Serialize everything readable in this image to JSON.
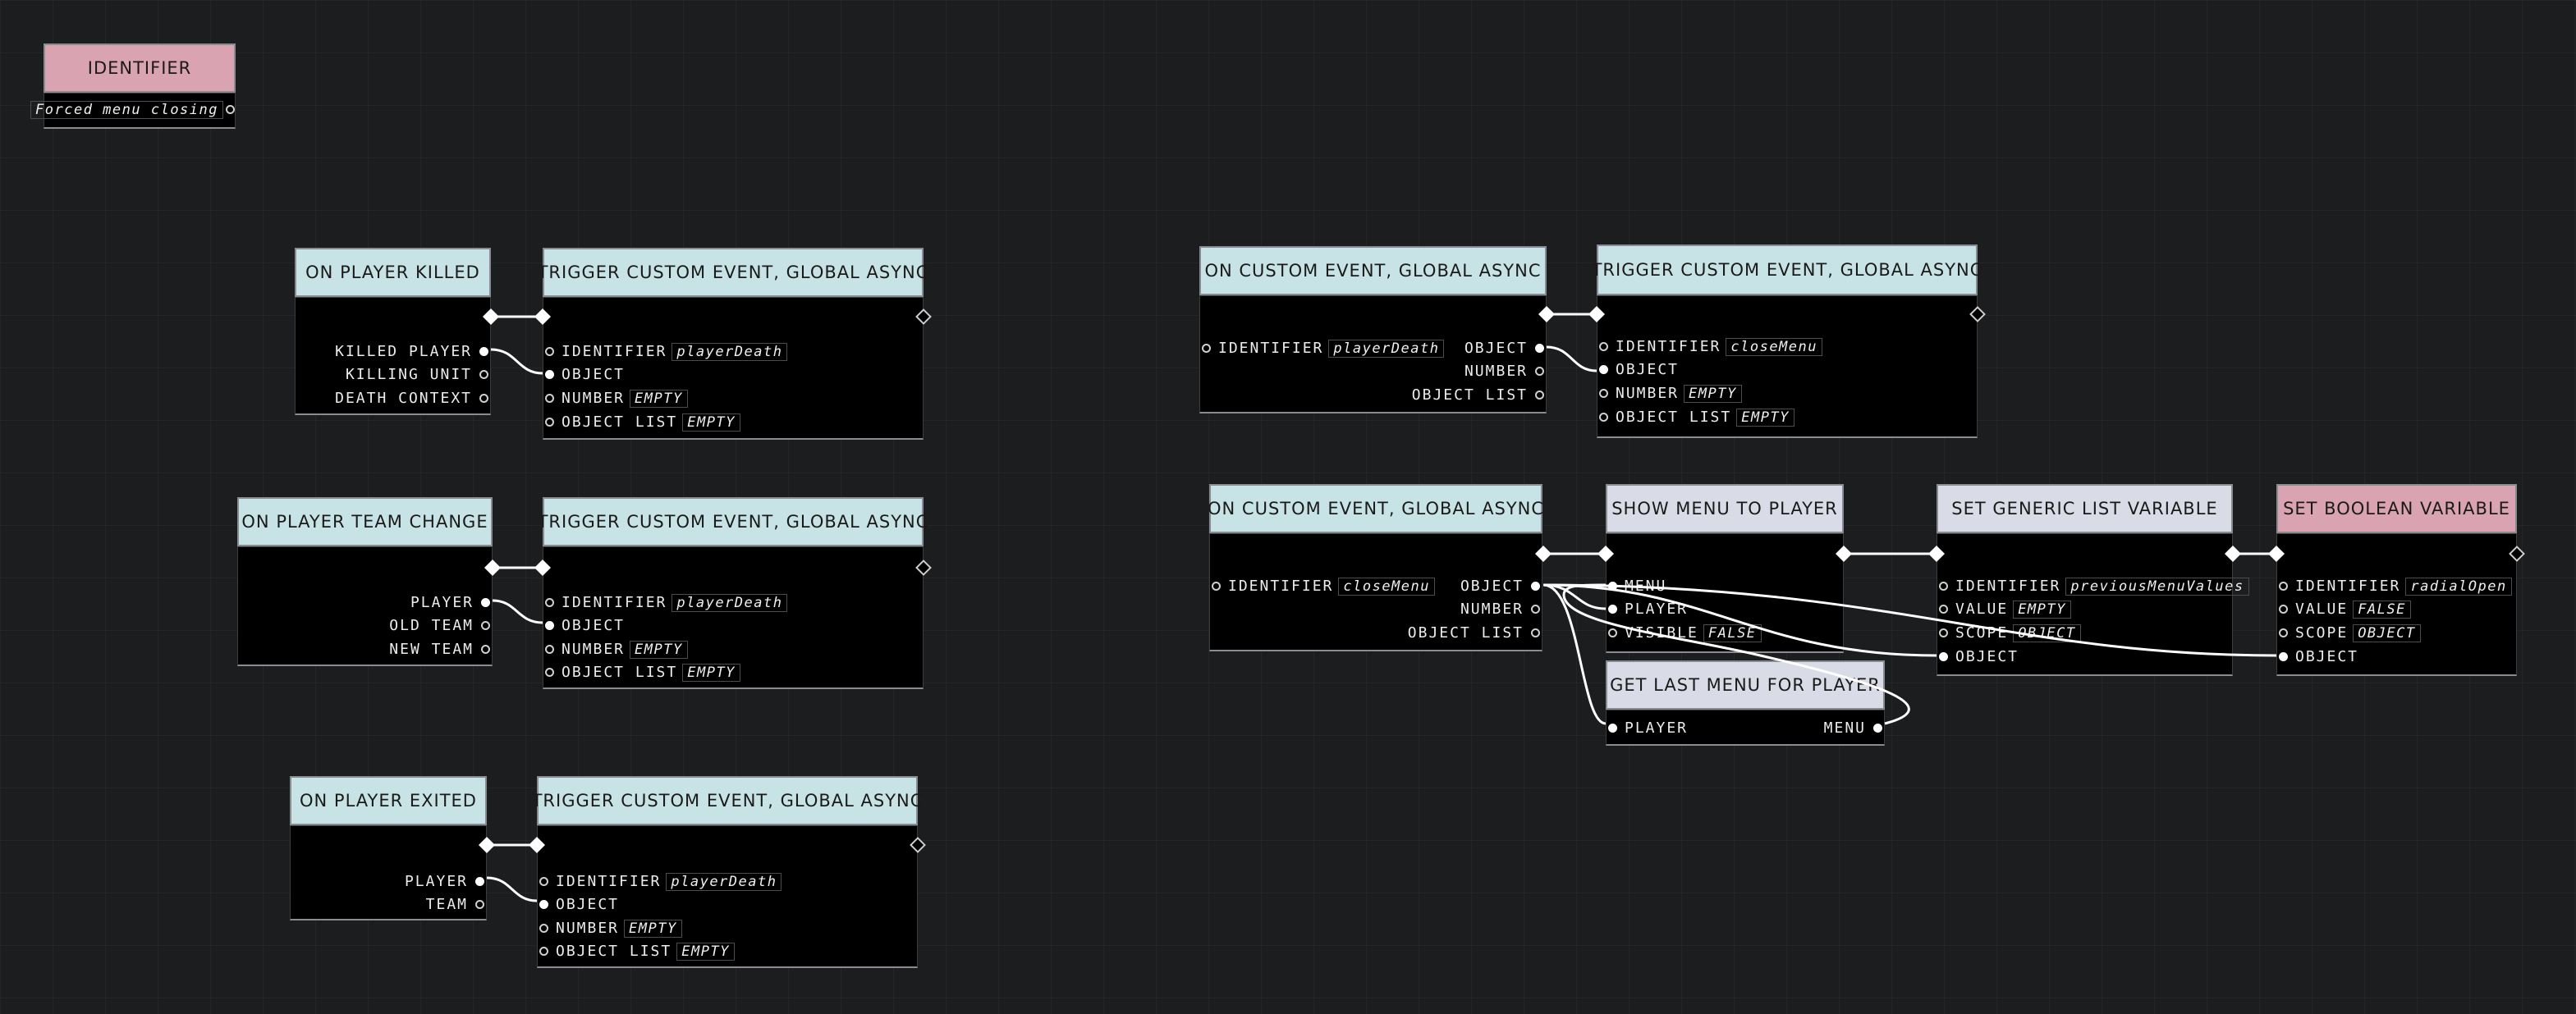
{
  "colors": {
    "background": "#1c1d1f",
    "event_header": "#c7e3e6",
    "action_header": "#d9dbe7",
    "identifier_header": "#d9a3b1",
    "node_body": "#000000",
    "wire": "#ffffff"
  },
  "identifier_node": {
    "title": "IDENTIFIER",
    "value": "Forced menu closing"
  },
  "killed": {
    "event": {
      "title": "ON PLAYER KILLED",
      "outputs": [
        "KILLED PLAYER",
        "KILLING UNIT",
        "DEATH CONTEXT"
      ]
    },
    "trigger": {
      "title": "TRIGGER CUSTOM EVENT, GLOBAL ASYNC",
      "identifier_label": "IDENTIFIER",
      "identifier_value": "playerDeath",
      "object_label": "OBJECT",
      "number_label": "NUMBER",
      "number_value": "EMPTY",
      "list_label": "OBJECT LIST",
      "list_value": "EMPTY"
    }
  },
  "teamchange": {
    "event": {
      "title": "ON PLAYER TEAM CHANGE",
      "outputs": [
        "PLAYER",
        "OLD TEAM",
        "NEW TEAM"
      ]
    },
    "trigger": {
      "title": "TRIGGER CUSTOM EVENT, GLOBAL ASYNC",
      "identifier_label": "IDENTIFIER",
      "identifier_value": "playerDeath",
      "object_label": "OBJECT",
      "number_label": "NUMBER",
      "number_value": "EMPTY",
      "list_label": "OBJECT LIST",
      "list_value": "EMPTY"
    }
  },
  "exited": {
    "event": {
      "title": "ON PLAYER EXITED",
      "outputs": [
        "PLAYER",
        "TEAM"
      ]
    },
    "trigger": {
      "title": "TRIGGER CUSTOM EVENT, GLOBAL ASYNC",
      "identifier_label": "IDENTIFIER",
      "identifier_value": "playerDeath",
      "object_label": "OBJECT",
      "number_label": "NUMBER",
      "number_value": "EMPTY",
      "list_label": "OBJECT LIST",
      "list_value": "EMPTY"
    }
  },
  "custom1": {
    "event": {
      "title": "ON CUSTOM EVENT, GLOBAL ASYNC",
      "identifier_label": "IDENTIFIER",
      "identifier_value": "playerDeath",
      "outputs": [
        "OBJECT",
        "NUMBER",
        "OBJECT LIST"
      ]
    },
    "trigger": {
      "title": "TRIGGER CUSTOM EVENT, GLOBAL ASYNC",
      "identifier_label": "IDENTIFIER",
      "identifier_value": "closeMenu",
      "object_label": "OBJECT",
      "number_label": "NUMBER",
      "number_value": "EMPTY",
      "list_label": "OBJECT LIST",
      "list_value": "EMPTY"
    }
  },
  "custom2": {
    "event": {
      "title": "ON CUSTOM EVENT, GLOBAL ASYNC",
      "identifier_label": "IDENTIFIER",
      "identifier_value": "closeMenu",
      "outputs": [
        "OBJECT",
        "NUMBER",
        "OBJECT LIST"
      ]
    },
    "show_menu": {
      "title": "SHOW MENU TO PLAYER",
      "menu_label": "MENU",
      "player_label": "PLAYER",
      "visible_label": "VISIBLE",
      "visible_value": "FALSE"
    },
    "get_last_menu": {
      "title": "GET LAST MENU FOR PLAYER",
      "player_label": "PLAYER",
      "menu_label": "MENU"
    },
    "set_list": {
      "title": "SET GENERIC LIST VARIABLE",
      "identifier_label": "IDENTIFIER",
      "identifier_value": "previousMenuValues",
      "value_label": "VALUE",
      "value_value": "EMPTY",
      "scope_label": "SCOPE",
      "scope_value": "OBJECT",
      "object_label": "OBJECT"
    },
    "set_bool": {
      "title": "SET BOOLEAN VARIABLE",
      "identifier_label": "IDENTIFIER",
      "identifier_value": "radialOpen",
      "value_label": "VALUE",
      "value_value": "FALSE",
      "scope_label": "SCOPE",
      "scope_value": "OBJECT",
      "object_label": "OBJECT"
    }
  }
}
